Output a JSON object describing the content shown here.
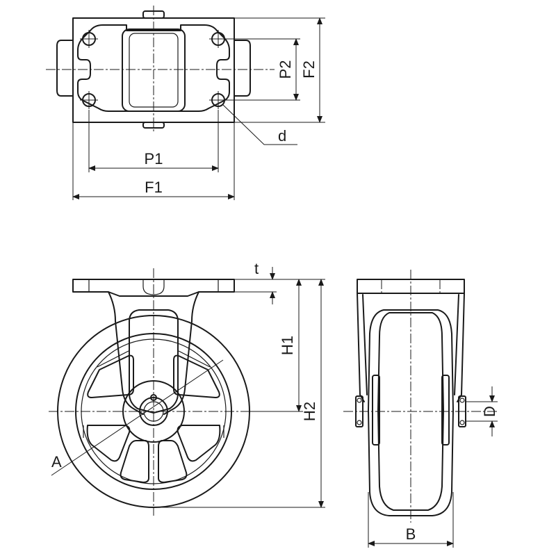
{
  "labels": {
    "p1": "P1",
    "f1": "F1",
    "p2": "P2",
    "f2": "F2",
    "d_small": "d",
    "t": "t",
    "h1": "H1",
    "h2": "H2",
    "a": "A",
    "b": "B",
    "d_axle": "D"
  }
}
